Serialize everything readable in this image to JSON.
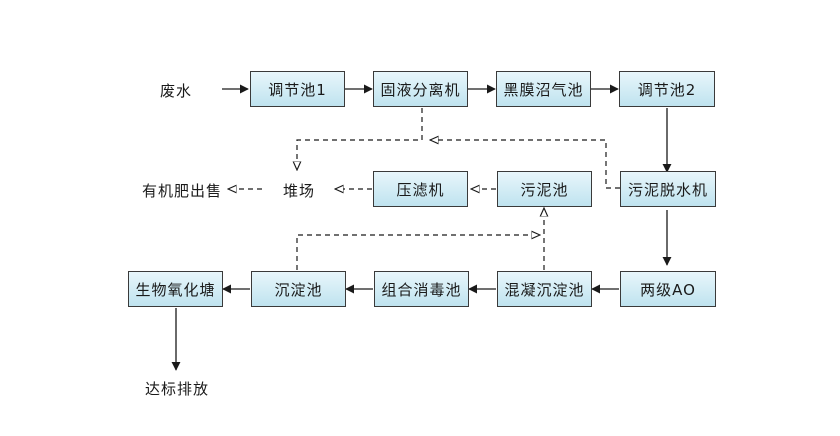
{
  "nodes": {
    "wastewater": "废水",
    "regulating_tank_1": "调节池1",
    "solid_liquid_separator": "固液分离机",
    "black_film_biogas_tank": "黑膜沼气池",
    "regulating_tank_2": "调节池2",
    "sludge_dewatering_machine": "污泥脱水机",
    "sludge_tank": "污泥池",
    "filter_press": "压滤机",
    "stacking_yard": "堆场",
    "organic_fertilizer_sale": "有机肥出售",
    "two_stage_ao": "两级AO",
    "coagulation_sedimentation_tank": "混凝沉淀池",
    "combined_disinfection_tank": "组合消毒池",
    "sedimentation_tank": "沉淀池",
    "biological_oxidation_pond": "生物氧化塘",
    "discharge_up_to_standard": "达标排放"
  },
  "colors": {
    "box_top": "#e8f6fb",
    "box_bottom": "#bfe3ef",
    "border": "#3a3a3a",
    "line": "#1a1a1a"
  }
}
